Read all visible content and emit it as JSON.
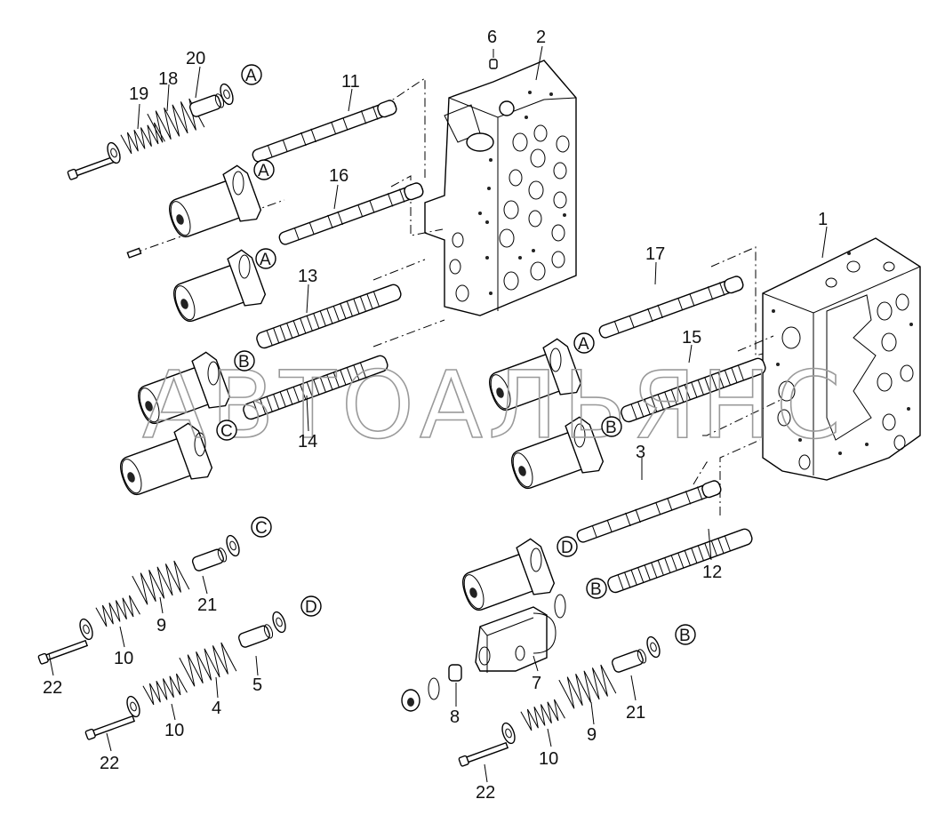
{
  "watermark": "АВТОАЛЬЯНС",
  "parts": {
    "p1": "1",
    "p2": "2",
    "p3": "3",
    "p4": "4",
    "p5": "5",
    "p6": "6",
    "p7": "7",
    "p8": "8",
    "p9a": "9",
    "p9b": "9",
    "p10a": "10",
    "p10b": "10",
    "p10c": "10",
    "p11": "11",
    "p12": "12",
    "p13": "13",
    "p14": "14",
    "p15": "15",
    "p16": "16",
    "p17": "17",
    "p18": "18",
    "p19": "19",
    "p20": "20",
    "p21a": "21",
    "p21b": "21",
    "p22a": "22",
    "p22b": "22",
    "p22c": "22"
  },
  "refs": {
    "a1": "A",
    "a2": "A",
    "a3": "A",
    "a4": "A",
    "b1": "B",
    "b2": "B",
    "b3": "B",
    "b4": "B",
    "c1": "C",
    "c2": "C",
    "d1": "D",
    "d2": "D"
  }
}
